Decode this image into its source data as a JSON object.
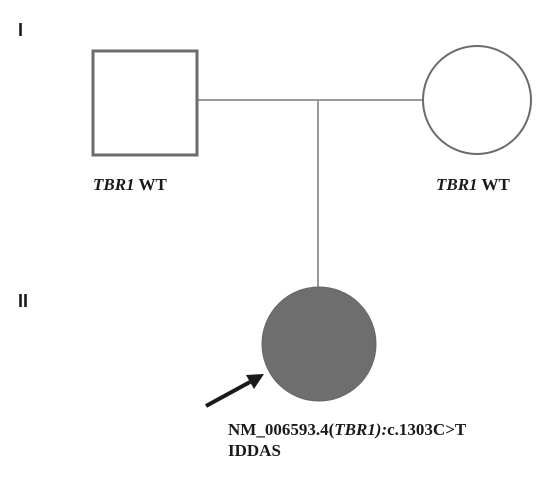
{
  "generations": {
    "gen1": "I",
    "gen2": "II"
  },
  "individuals": {
    "father": {
      "gene": "TBR1",
      "status": "WT"
    },
    "mother": {
      "gene": "TBR1",
      "status": "WT"
    },
    "proband": {
      "variant_prefix": "NM_006593.4(",
      "variant_gene": "TBR1):",
      "variant_change": "c.1303C>T",
      "phenotype": "IDDAS"
    }
  },
  "colors": {
    "line": "#9a9a9a",
    "symbol_stroke": "#6b6b6b",
    "affected_fill": "#6e6e6e",
    "arrow": "#1a1a1a"
  }
}
